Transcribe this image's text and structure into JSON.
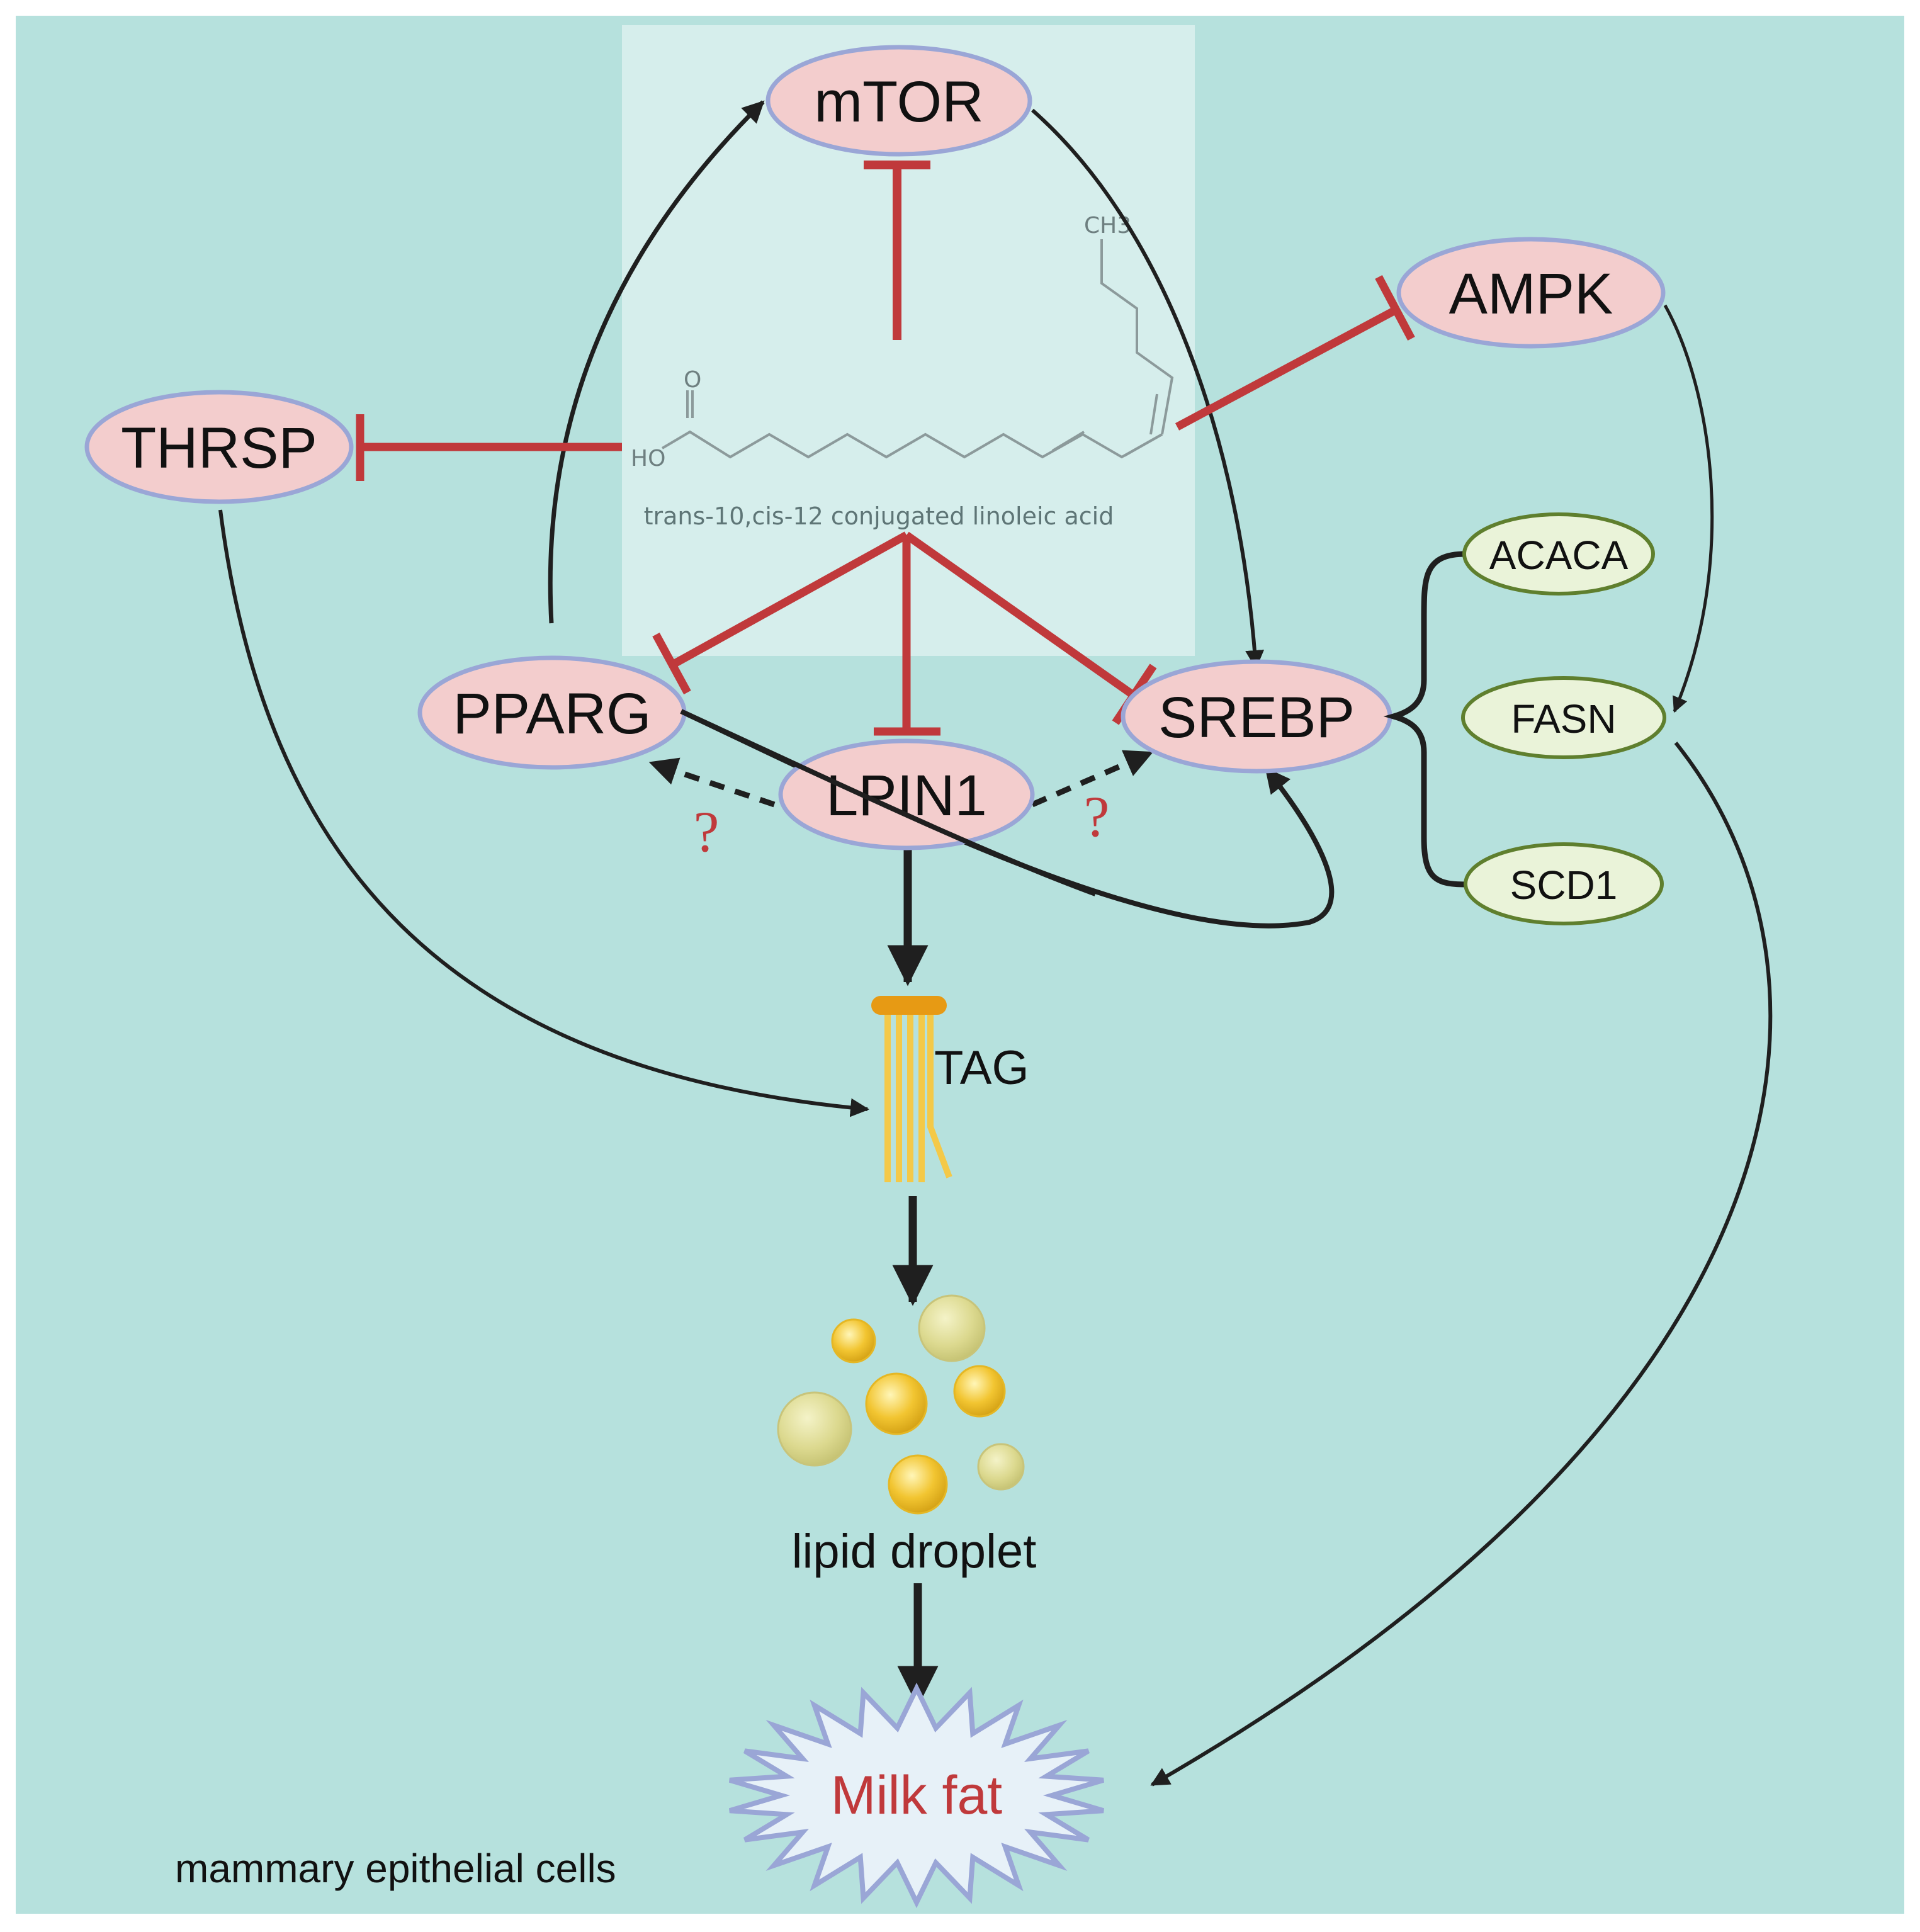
{
  "colors": {
    "background": "#b6e1dd",
    "inner_box": "#d6eeec",
    "node_fill": "#f3cdcd",
    "node_stroke": "#9aa6d6",
    "gene_fill": "#eaf3d9",
    "gene_stroke": "#5f7f2e",
    "inhibit": "#c0393b",
    "arrow": "#1f1f1f",
    "tag_head": "#e79a14",
    "tag_tail": "#f4c948",
    "droplet": "#f2c531",
    "milk_fill": "#e7f1f8",
    "milk_text": "#c0393b"
  },
  "nodes": {
    "mtor": "mTOR",
    "ampk": "AMPK",
    "thrsp": "THRSP",
    "pparg": "PPARG",
    "lpin1": "LPIN1",
    "srebp": "SREBP"
  },
  "genes": {
    "acaca": "ACACA",
    "fasn": "FASN",
    "scd1": "SCD1"
  },
  "molecule": {
    "ch3": "CH3",
    "o": "O",
    "ho": "HO",
    "caption": "trans-10,cis-12 conjugated linoleic acid"
  },
  "uncertain_marks": [
    "?",
    "?"
  ],
  "tag_label": "TAG",
  "lipid_droplet_label": "lipid droplet",
  "milk_fat_label": "Milk fat",
  "cell_label": "mammary epithelial cells"
}
